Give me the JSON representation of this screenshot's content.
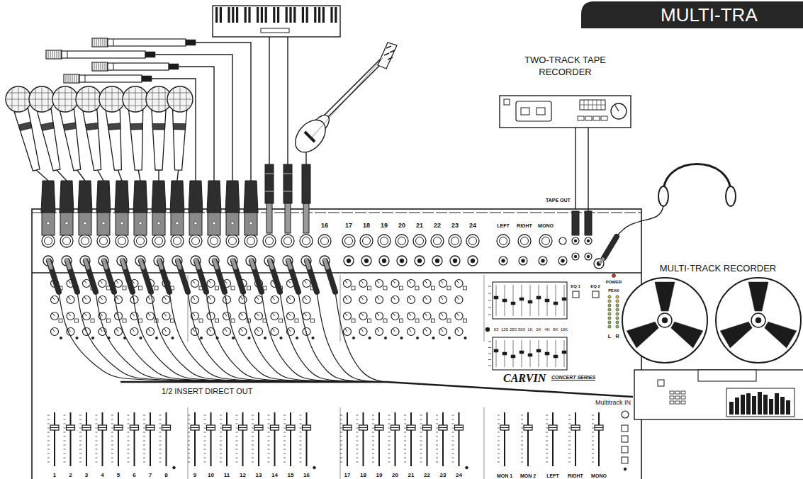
{
  "diagram": {
    "title": "MULTI-TRA",
    "nodes": [
      {
        "text": [
          "TWO-TRACK TAPE RECORDER"
        ]
      },
      {
        "text": [
          "CARVIN",
          "CONCERT SERIES"
        ]
      },
      {
        "text": [
          "MULTI-TRACK RECORDER",
          "Multitrack IN"
        ]
      }
    ],
    "edges": [
      {
        "from": 1,
        "to": 0,
        "arrow": "none",
        "label": "TAPE OUT"
      },
      {
        "from": 1,
        "to": 2,
        "arrow": "none",
        "label": "1/2 INSERT DIRECT OUT"
      }
    ],
    "labels": [
      "1",
      "2",
      "3",
      "4",
      "5",
      "6",
      "7",
      "8",
      "9",
      "10",
      "11",
      "12",
      "13",
      "14",
      "15",
      "16",
      "17",
      "18",
      "19",
      "20",
      "21",
      "22",
      "23",
      "24",
      "MON 1",
      "MON 2",
      "LEFT",
      "RIGHT",
      "MONO",
      "16",
      "17",
      "18",
      "19",
      "20",
      "21",
      "22",
      "23",
      "24",
      "LEFT",
      "RIGHT",
      "MONO",
      "63",
      "125",
      "250",
      "500",
      "1K",
      "2K",
      "4K",
      "8K",
      "16K",
      "EQ 1",
      "EQ 2",
      "POWER",
      "PEAK",
      "L",
      "R"
    ]
  }
}
